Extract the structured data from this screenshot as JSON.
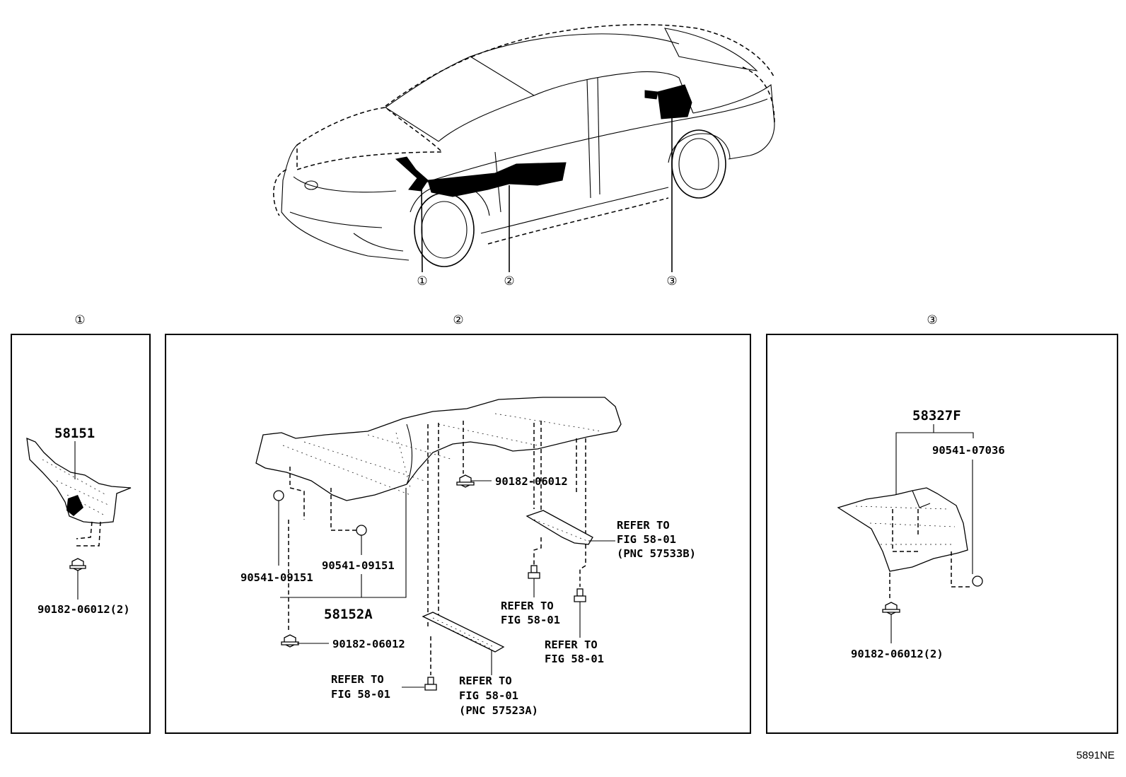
{
  "diagram_code": "5891NE",
  "callouts": {
    "c1": "①",
    "c2": "②",
    "c3": "③"
  },
  "panel1": {
    "heading": "①",
    "part_number": "58151",
    "fastener": "90182-06012(2)"
  },
  "panel2": {
    "heading": "②",
    "part_number": "58152A",
    "nut_upper": "90182-06012",
    "nut_lower": "90182-06012",
    "clip_left": "90541-09151",
    "clip_center": "90541-09151",
    "ref_lower_left": [
      "REFER TO",
      "FIG 58-01"
    ],
    "ref_lower_bracket": [
      "REFER TO",
      "FIG 58-01",
      "(PNC 57523A)"
    ],
    "ref_center_bolt": [
      "REFER TO",
      "FIG 58-01"
    ],
    "ref_right_bracket": [
      "REFER TO",
      "FIG 58-01",
      "(PNC 57533B)"
    ],
    "ref_right_bolt": [
      "REFER TO",
      "FIG 58-01"
    ]
  },
  "panel3": {
    "heading": "③",
    "part_number": "58327F",
    "clip": "90541-07036",
    "fastener": "90182-06012(2)"
  }
}
